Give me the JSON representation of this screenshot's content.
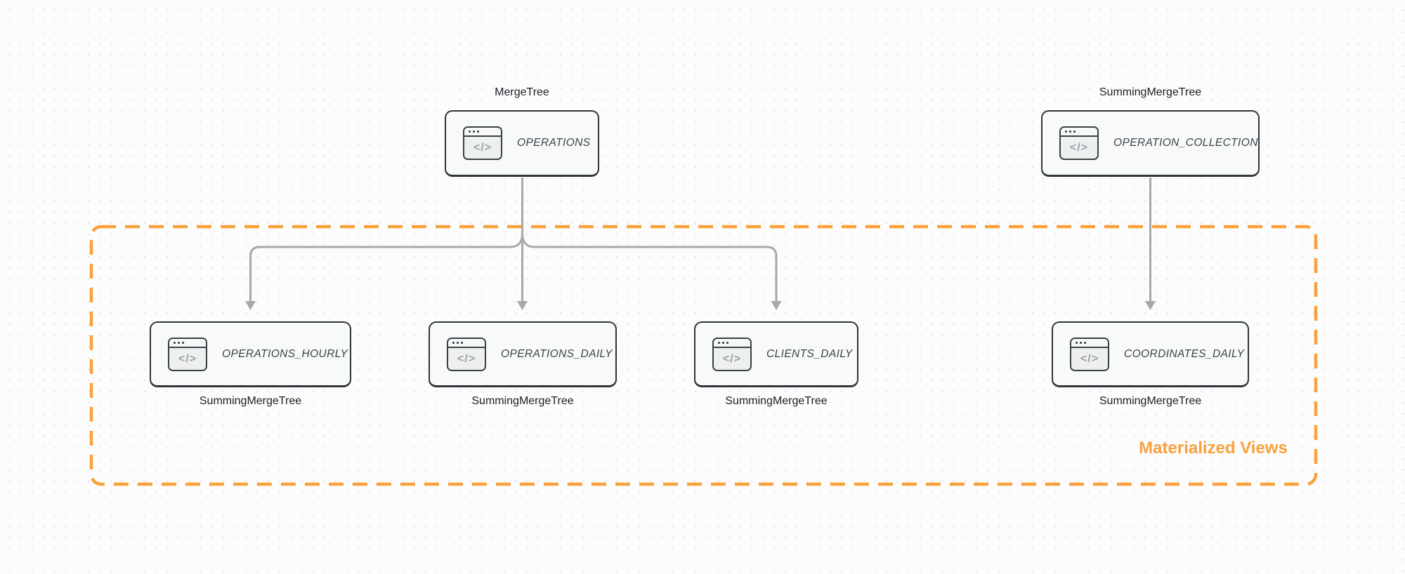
{
  "diagram": {
    "kind": "database-table-diagram",
    "group": {
      "label": "Materialized Views"
    },
    "icon_glyph": "</>",
    "nodes": [
      {
        "id": "operations",
        "title": "OPERATIONS",
        "engine": "MergeTree",
        "engine_position": "above",
        "icon": "code-window-icon"
      },
      {
        "id": "operation-collection",
        "title": "OPERATION_COLLECTION",
        "engine": "SummingMergeTree",
        "engine_position": "above",
        "icon": "code-window-icon"
      },
      {
        "id": "operations-hourly",
        "title": "OPERATIONS_HOURLY",
        "engine": "SummingMergeTree",
        "engine_position": "below",
        "icon": "code-window-icon"
      },
      {
        "id": "operations-daily",
        "title": "OPERATIONS_DAILY",
        "engine": "SummingMergeTree",
        "engine_position": "below",
        "icon": "code-window-icon"
      },
      {
        "id": "clients-daily",
        "title": "CLIENTS_DAILY",
        "engine": "SummingMergeTree",
        "engine_position": "below",
        "icon": "code-window-icon"
      },
      {
        "id": "coordinates-daily",
        "title": "COORDINATES_DAILY",
        "engine": "SummingMergeTree",
        "engine_position": "below",
        "icon": "code-window-icon"
      }
    ],
    "edges": [
      {
        "from": "operations",
        "to": "operations-hourly"
      },
      {
        "from": "operations",
        "to": "operations-daily"
      },
      {
        "from": "operations",
        "to": "clients-daily"
      },
      {
        "from": "operation-collection",
        "to": "coordinates-daily"
      }
    ],
    "colors": {
      "accent_orange": "#f9a13b",
      "node_border": "#2f353b",
      "node_fill": "#f8f9f9",
      "arrow_gray": "#a8a8a8",
      "title_text": "#3d434a",
      "engine_text": "#1b1e23"
    }
  }
}
